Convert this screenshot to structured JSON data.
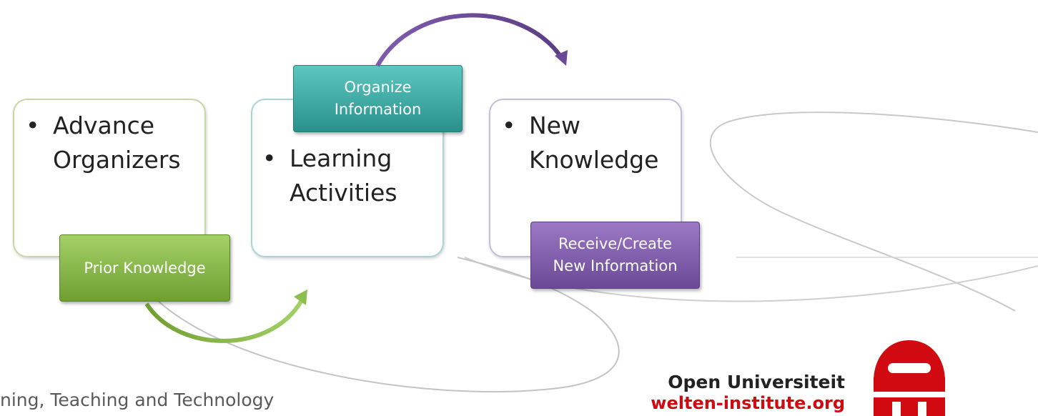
{
  "boxes": [
    {
      "lines": [
        "Advance",
        "Organizers"
      ]
    },
    {
      "lines": [
        "Learning",
        "Activities"
      ]
    },
    {
      "lines": [
        "New",
        "Knowledge"
      ]
    }
  ],
  "tags": {
    "prior": "Prior Knowledge",
    "organize": "Organize\nInformation",
    "receive": "Receive/Create\nNew Information"
  },
  "colors": {
    "green": "#8cbf4f",
    "teal": "#3aaba5",
    "purple": "#7f5bae",
    "logo_red": "#d10a11"
  },
  "footer": {
    "text": "ning, Teaching and Technology",
    "org_name": "Open Universiteit",
    "org_url": "welten-institute.org"
  },
  "icons": [
    "open-universiteit-logo"
  ]
}
